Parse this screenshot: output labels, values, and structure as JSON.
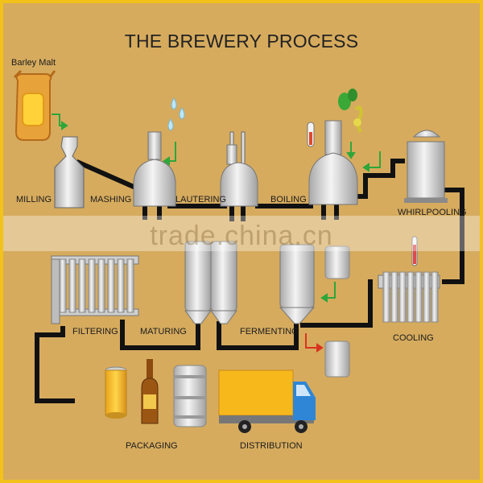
{
  "title": "THE BREWERY PROCESS",
  "watermark": "trade.china.cn",
  "steps": {
    "barley_malt": "Barley Malt",
    "milling": "MILLING",
    "mashing": "MASHING",
    "lautering": "LAUTERING",
    "boiling": "BOILING",
    "whirlpooling": "WHIRLPOOLING",
    "cooling": "COOLING",
    "fermenting": "FERMENTING",
    "maturing": "MATURING",
    "filtering": "FILTERING",
    "packaging": "PACKAGING",
    "distribution": "DISTRIBUTION"
  },
  "colors": {
    "background": "#d6ab5e",
    "border": "#f2c21b",
    "pipe": "#111111",
    "vessel": "#e6e6e6",
    "arrow_green": "#2ea63a",
    "arrow_red": "#d8331f",
    "truck_body": "#f7b81c",
    "truck_cab": "#2f86d6"
  }
}
